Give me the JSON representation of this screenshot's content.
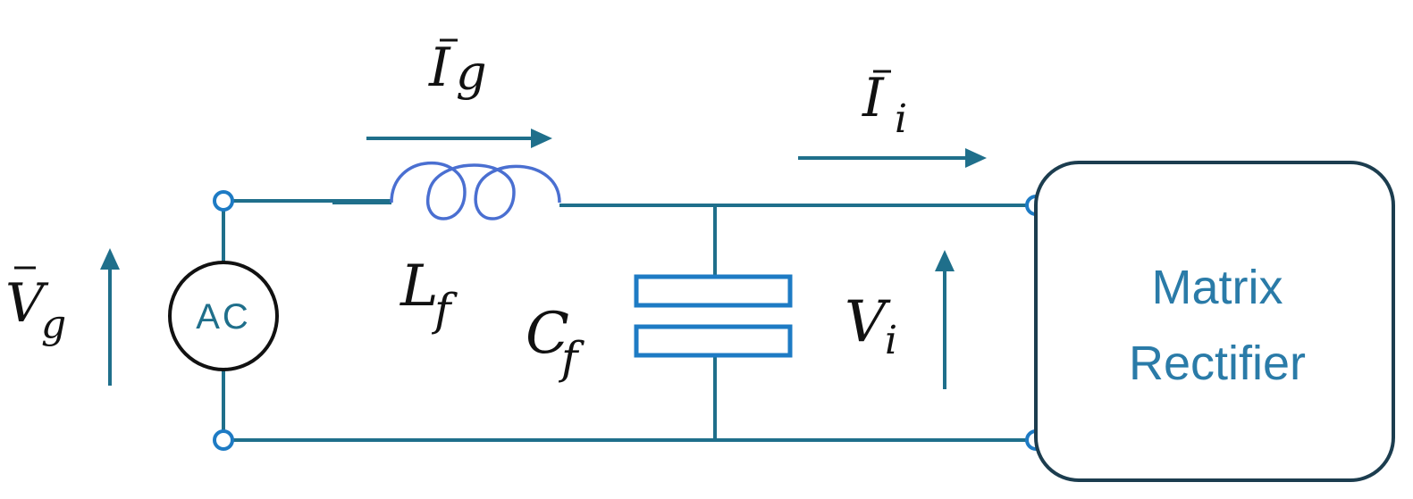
{
  "source": {
    "label": "AC",
    "voltage_symbol": "V",
    "voltage_subscript": "g"
  },
  "grid_current": {
    "symbol": "I",
    "subscript": "g"
  },
  "inductor": {
    "symbol": "L",
    "subscript": "f"
  },
  "capacitor": {
    "symbol": "C",
    "subscript": "f"
  },
  "input_voltage": {
    "symbol": "V",
    "subscript": "i"
  },
  "input_current": {
    "symbol": "I",
    "subscript": "i"
  },
  "load": {
    "line1": "Matrix",
    "line2": "Rectifier"
  },
  "colors": {
    "wire": "#1f6f8b",
    "inductor": "#4a6fd1",
    "capacitor": "#1e7bc4",
    "text": "#111111",
    "load_text": "#2a7ba8",
    "load_border": "#1c3d4f"
  }
}
